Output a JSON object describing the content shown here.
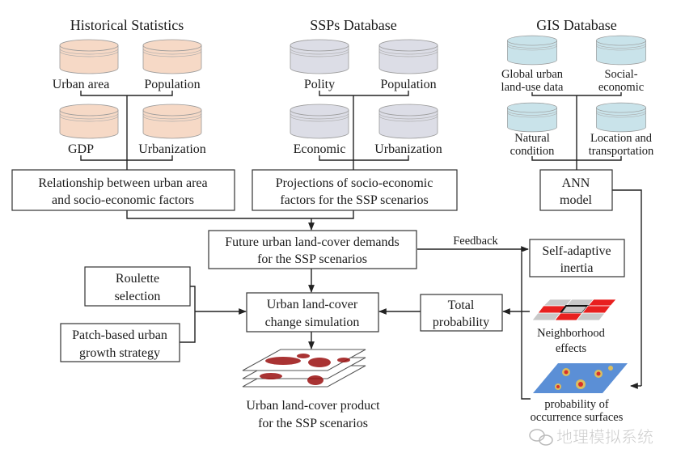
{
  "groups": [
    {
      "title": "Historical Statistics",
      "color": "#f6d9c6",
      "items": [
        "Urban area",
        "Population",
        "GDP",
        "Urbanization"
      ]
    },
    {
      "title": "SSPs Database",
      "color": "#dcdde6",
      "items": [
        "Polity",
        "Population",
        "Economic",
        "Urbanization"
      ]
    },
    {
      "title": "GIS Database",
      "color": "#c9e3ea",
      "items": [
        [
          "Global urban",
          "land-use data"
        ],
        [
          "Social-",
          "economic"
        ],
        [
          "Natural",
          "condition"
        ],
        [
          "Location and",
          "transportation"
        ]
      ]
    }
  ],
  "boxes": {
    "relationship": [
      "Relationship between urban area",
      "and socio-economic factors"
    ],
    "projections": [
      "Projections of socio-economic",
      "factors for the SSP scenarios"
    ],
    "ann": [
      "ANN",
      "model"
    ],
    "demands": [
      "Future urban land-cover demands",
      "for the SSP scenarios"
    ],
    "inertia": [
      "Self-adaptive",
      "inertia"
    ],
    "simulation": [
      "Urban land-cover",
      "change simulation"
    ],
    "total": [
      "Total",
      "probability"
    ],
    "roulette": [
      "Roulette",
      "selection"
    ],
    "patch": [
      "Patch-based urban",
      "growth strategy"
    ]
  },
  "labels": {
    "feedback": "Feedback",
    "product": [
      "Urban land-cover product",
      "for the SSP scenarios"
    ],
    "neighborhood": [
      "Neighborhood",
      "effects"
    ],
    "surfaces": [
      "probability of",
      "occurrence surfaces"
    ]
  },
  "watermark": "地理模拟系统",
  "colors": {
    "neighborhood_red": "#e8201f",
    "neighborhood_gray": "#c8c8c8",
    "surface_blue": "#5b8fd6",
    "map_red": "#9b1010"
  }
}
